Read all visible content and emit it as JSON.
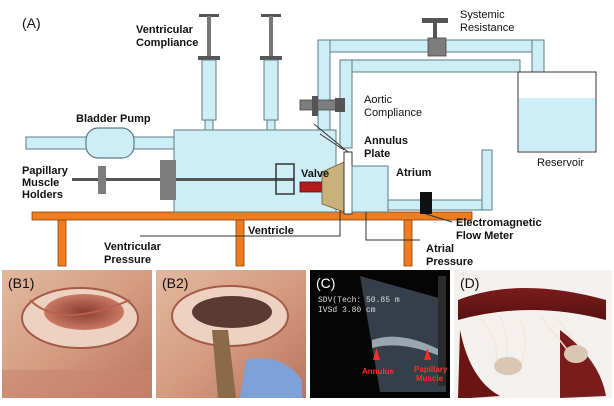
{
  "figure": {
    "panel_a_label": "(A)",
    "labels": {
      "ventricular_compliance": [
        "Ventricular",
        "Compliance"
      ],
      "systemic_resistance": [
        "Systemic",
        "Resistance"
      ],
      "bladder_pump": "Bladder Pump",
      "aortic_compliance": [
        "Aortic",
        "Compliance"
      ],
      "annulus_plate": [
        "Annulus",
        "Plate"
      ],
      "reservoir": "Reservoir",
      "papillary_muscle_holders": [
        "Papillary",
        "Muscle",
        "Holders"
      ],
      "valve": "Valve",
      "atrium": "Atrium",
      "ventricle": "Ventricle",
      "electromagnetic_flow_meter": [
        "Electromagnetic",
        "Flow Meter"
      ],
      "ventricular_pressure": [
        "Ventricular",
        "Pressure"
      ],
      "atrial_pressure": [
        "Atrial",
        "Pressure"
      ]
    },
    "photos": {
      "b1": "(B1)",
      "b2": "(B2)",
      "c": "(C)",
      "d": "(D)"
    },
    "echo": {
      "line1": "SDV(Tech: 50.85 m",
      "line2": "IVSd         3.80 cm",
      "arrow_left": "Annulus",
      "arrow_right": [
        "Papillary",
        "Muscle"
      ]
    },
    "colors": {
      "tank": "#cdeef7",
      "tank_stroke": "#5a7c86",
      "table": "#ee7d20",
      "metal": "#7d7d7d"
    }
  }
}
